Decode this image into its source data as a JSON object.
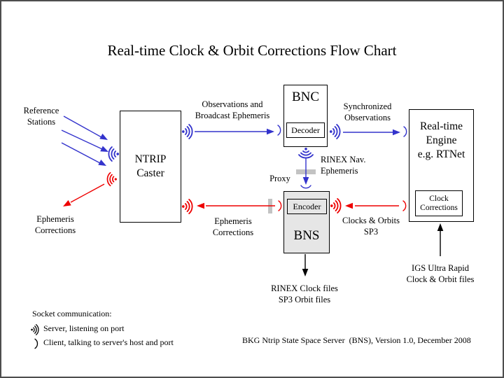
{
  "title": "Real-time Clock & Orbit Corrections Flow Chart",
  "boxes": {
    "ntrip": {
      "lines": [
        "NTRIP",
        "Caster"
      ]
    },
    "bnc": {
      "title": "BNC",
      "sub": "Decoder"
    },
    "bns": {
      "title": "BNS",
      "sub": "Encoder"
    },
    "engine": {
      "lines": [
        "Real-time",
        "Engine",
        "e.g. RTNet"
      ],
      "sub_lines": [
        "Clock",
        "Corrections"
      ]
    }
  },
  "labels": {
    "reference_stations": [
      "Reference",
      "Stations"
    ],
    "observations": [
      "Observations and",
      "Broadcast Ephemeris"
    ],
    "synchronized": [
      "Synchronized",
      "Observations"
    ],
    "rinex_nav": [
      "RINEX Nav.",
      "Ephemeris"
    ],
    "proxy": "Proxy",
    "ephemeris_left": [
      "Ephemeris",
      "Corrections"
    ],
    "ephemeris_mid": [
      "Ephemeris",
      "Corrections"
    ],
    "clocks_orbits": [
      "Clocks & Orbits",
      "SP3"
    ],
    "rinex_files": [
      "RINEX Clock files",
      "SP3 Orbit files"
    ],
    "igs": [
      "IGS Ultra Rapid",
      "Clock & Orbit files"
    ]
  },
  "legend": {
    "heading": "Socket communication:",
    "server": "Server, listening on port",
    "client": "Client, talking to server's host and port"
  },
  "footer": "BKG Ntrip State Space Server  (BNS), Version 1.0, December 2008",
  "colors": {
    "blue": "#3333cc",
    "red": "#ee0000",
    "black": "#000000",
    "box_gray": "#e6e6e6",
    "proxy_bar": "#c3c3c3",
    "page_border": "#4d4d4d"
  }
}
